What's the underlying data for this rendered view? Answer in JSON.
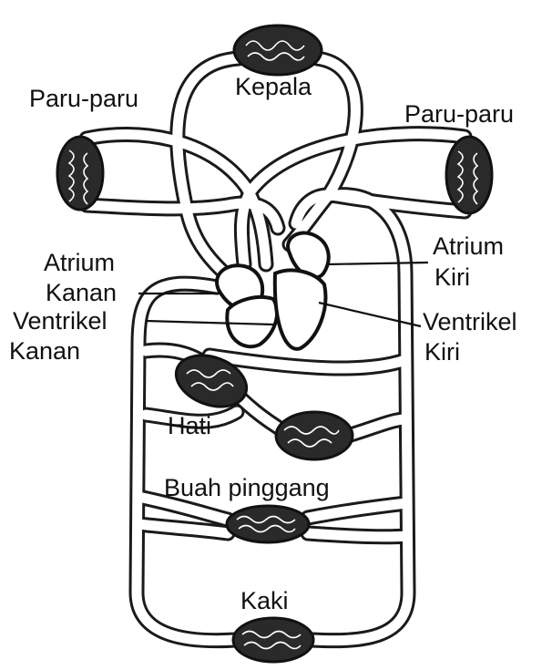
{
  "labels": {
    "head": "Kepala",
    "lung_left": "Paru-paru",
    "lung_right": "Paru-paru",
    "atrium_right_1": "Atrium",
    "atrium_right_2": "Kanan",
    "ventricle_right_1": "Ventrikel",
    "ventricle_right_2": "Kanan",
    "atrium_left_1": "Atrium",
    "atrium_left_2": "Kiri",
    "ventricle_left_1": "Ventrikel",
    "ventricle_left_2": "Kiri",
    "liver": "Hati",
    "kidney": "Buah pinggang",
    "legs": "Kaki"
  },
  "colors": {
    "ink": "#111111",
    "background": "#ffffff"
  }
}
